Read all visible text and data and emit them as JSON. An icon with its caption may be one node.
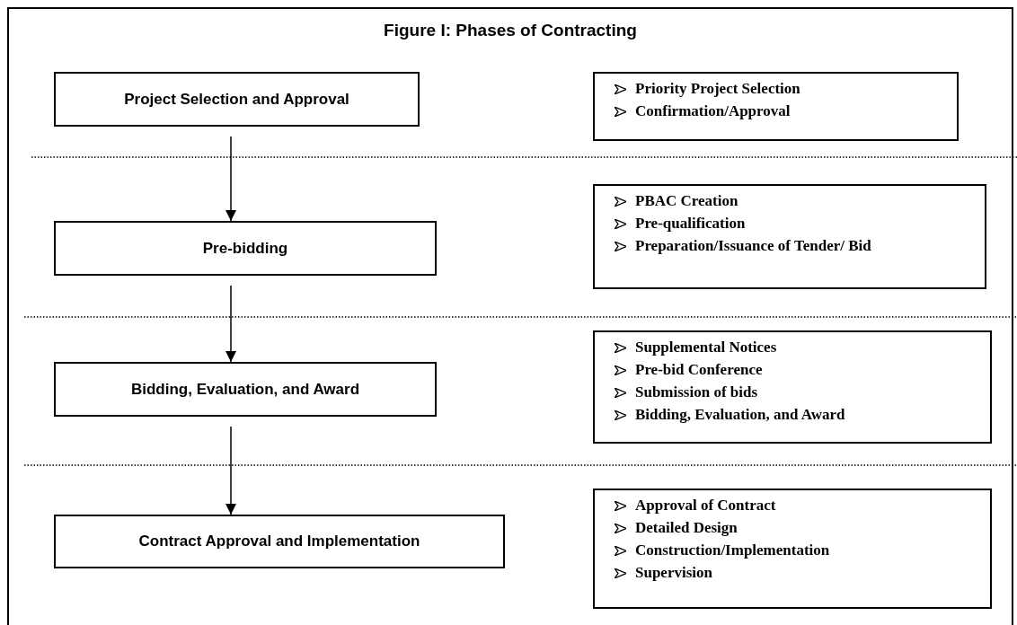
{
  "diagram": {
    "title": "Figure I: Phases of Contracting",
    "nodes": [
      {
        "text": [
          "Project Selection and Approval"
        ]
      },
      {
        "text": [
          "Priority Project Selection",
          "Confirmation/Approval"
        ]
      },
      {
        "text": [
          "Pre-bidding"
        ]
      },
      {
        "text": [
          "PBAC Creation",
          "Pre-qualification",
          "Preparation/Issuance of Tender/ Bid"
        ]
      },
      {
        "text": [
          "Bidding, Evaluation, and Award"
        ]
      },
      {
        "text": [
          "Supplemental Notices",
          "Pre-bid Conference",
          "Submission of bids",
          "Bidding, Evaluation, and Award"
        ]
      },
      {
        "text": [
          "Contract Approval and Implementation"
        ]
      },
      {
        "text": [
          "Approval of Contract",
          "Detailed Design",
          "Construction/Implementation",
          "Supervision"
        ]
      }
    ],
    "edges": [
      {
        "from": 0,
        "to": 2,
        "arrow": "to"
      },
      {
        "from": 2,
        "to": 4,
        "arrow": "to"
      },
      {
        "from": 4,
        "to": 6,
        "arrow": "to"
      }
    ]
  }
}
